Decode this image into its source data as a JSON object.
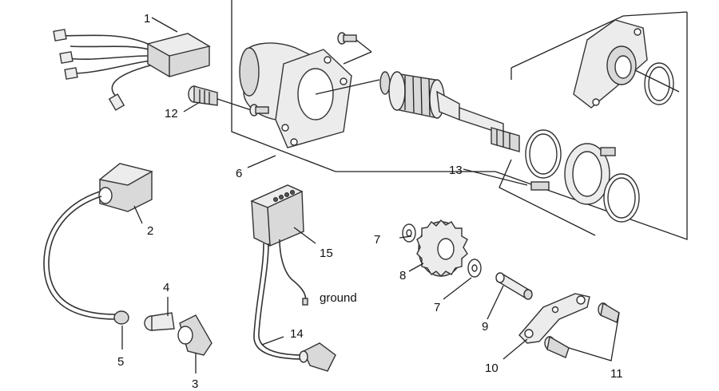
{
  "labels": {
    "l1": "1",
    "l2": "2",
    "l3": "3",
    "l4": "4",
    "l5": "5",
    "l6": "6",
    "l7a": "7",
    "l7b": "7",
    "l8": "8",
    "l9": "9",
    "l10": "10",
    "l11": "11",
    "l12": "12",
    "l13": "13",
    "l14": "14",
    "l15": "15",
    "ground": "ground"
  }
}
